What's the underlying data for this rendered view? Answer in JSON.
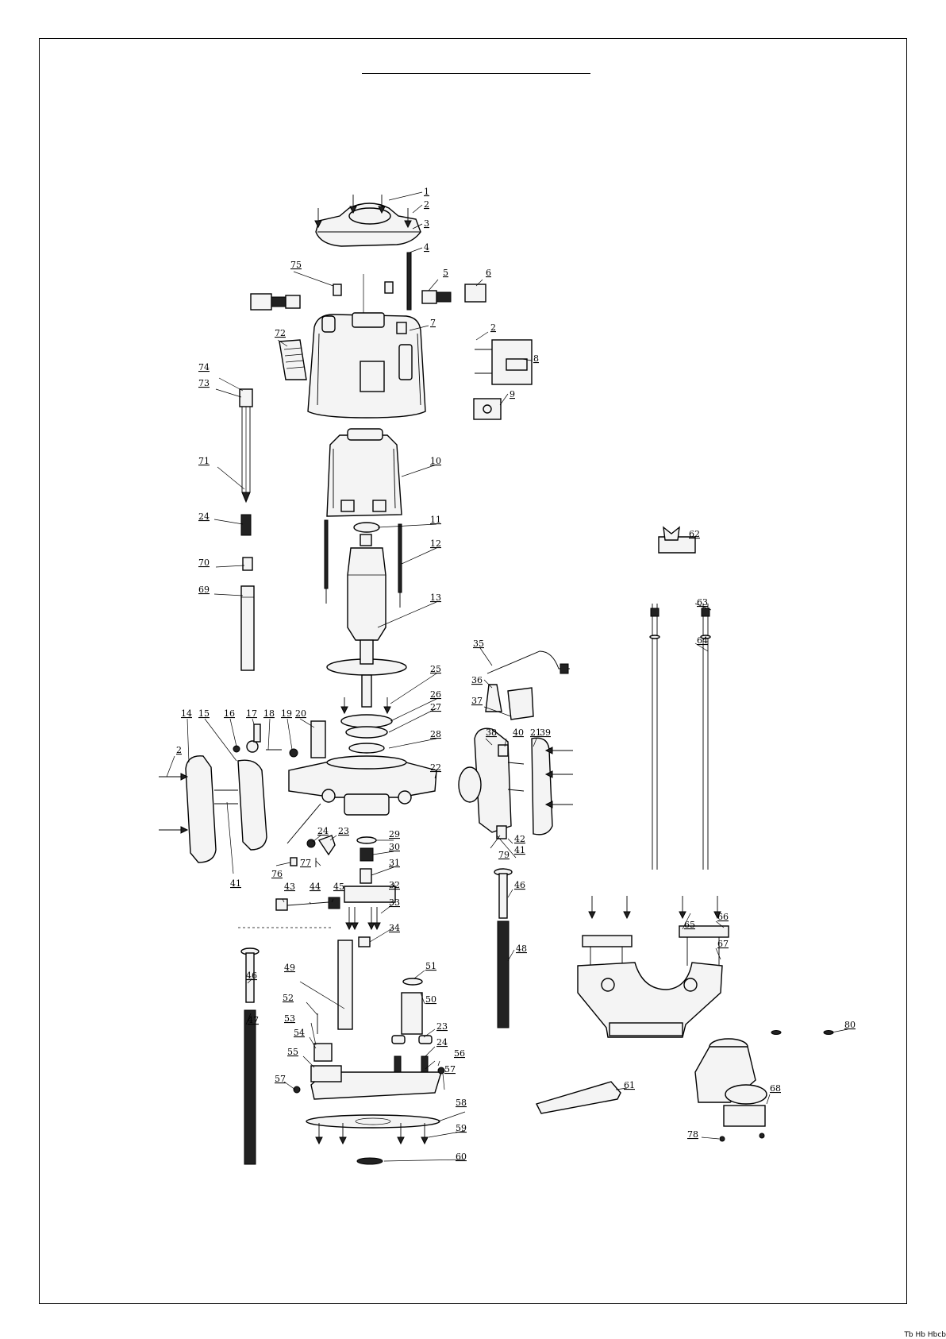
{
  "page": {
    "footer_code": "Tb Hb Hbcb"
  },
  "colors": {
    "ink": "#000000",
    "paper": "#ffffff"
  },
  "part_labels": [
    "1",
    "2",
    "3",
    "4",
    "75",
    "5",
    "6",
    "72",
    "7",
    "2",
    "8",
    "74",
    "73",
    "9",
    "10",
    "71",
    "24",
    "11",
    "12",
    "62",
    "70",
    "69",
    "13",
    "63",
    "64",
    "35",
    "36",
    "25",
    "37",
    "26",
    "27",
    "14",
    "15",
    "16",
    "17",
    "18",
    "19",
    "20",
    "28",
    "38",
    "40",
    "21",
    "39",
    "2",
    "22",
    "24",
    "23",
    "29",
    "30",
    "41",
    "31",
    "76",
    "77",
    "43",
    "44",
    "45",
    "32",
    "33",
    "34",
    "42",
    "79",
    "41",
    "46",
    "48",
    "65",
    "66",
    "67",
    "51",
    "49",
    "46",
    "50",
    "52",
    "53",
    "23",
    "54",
    "24",
    "55",
    "56",
    "57",
    "57",
    "58",
    "59",
    "47",
    "60",
    "61",
    "68",
    "80",
    "78"
  ]
}
